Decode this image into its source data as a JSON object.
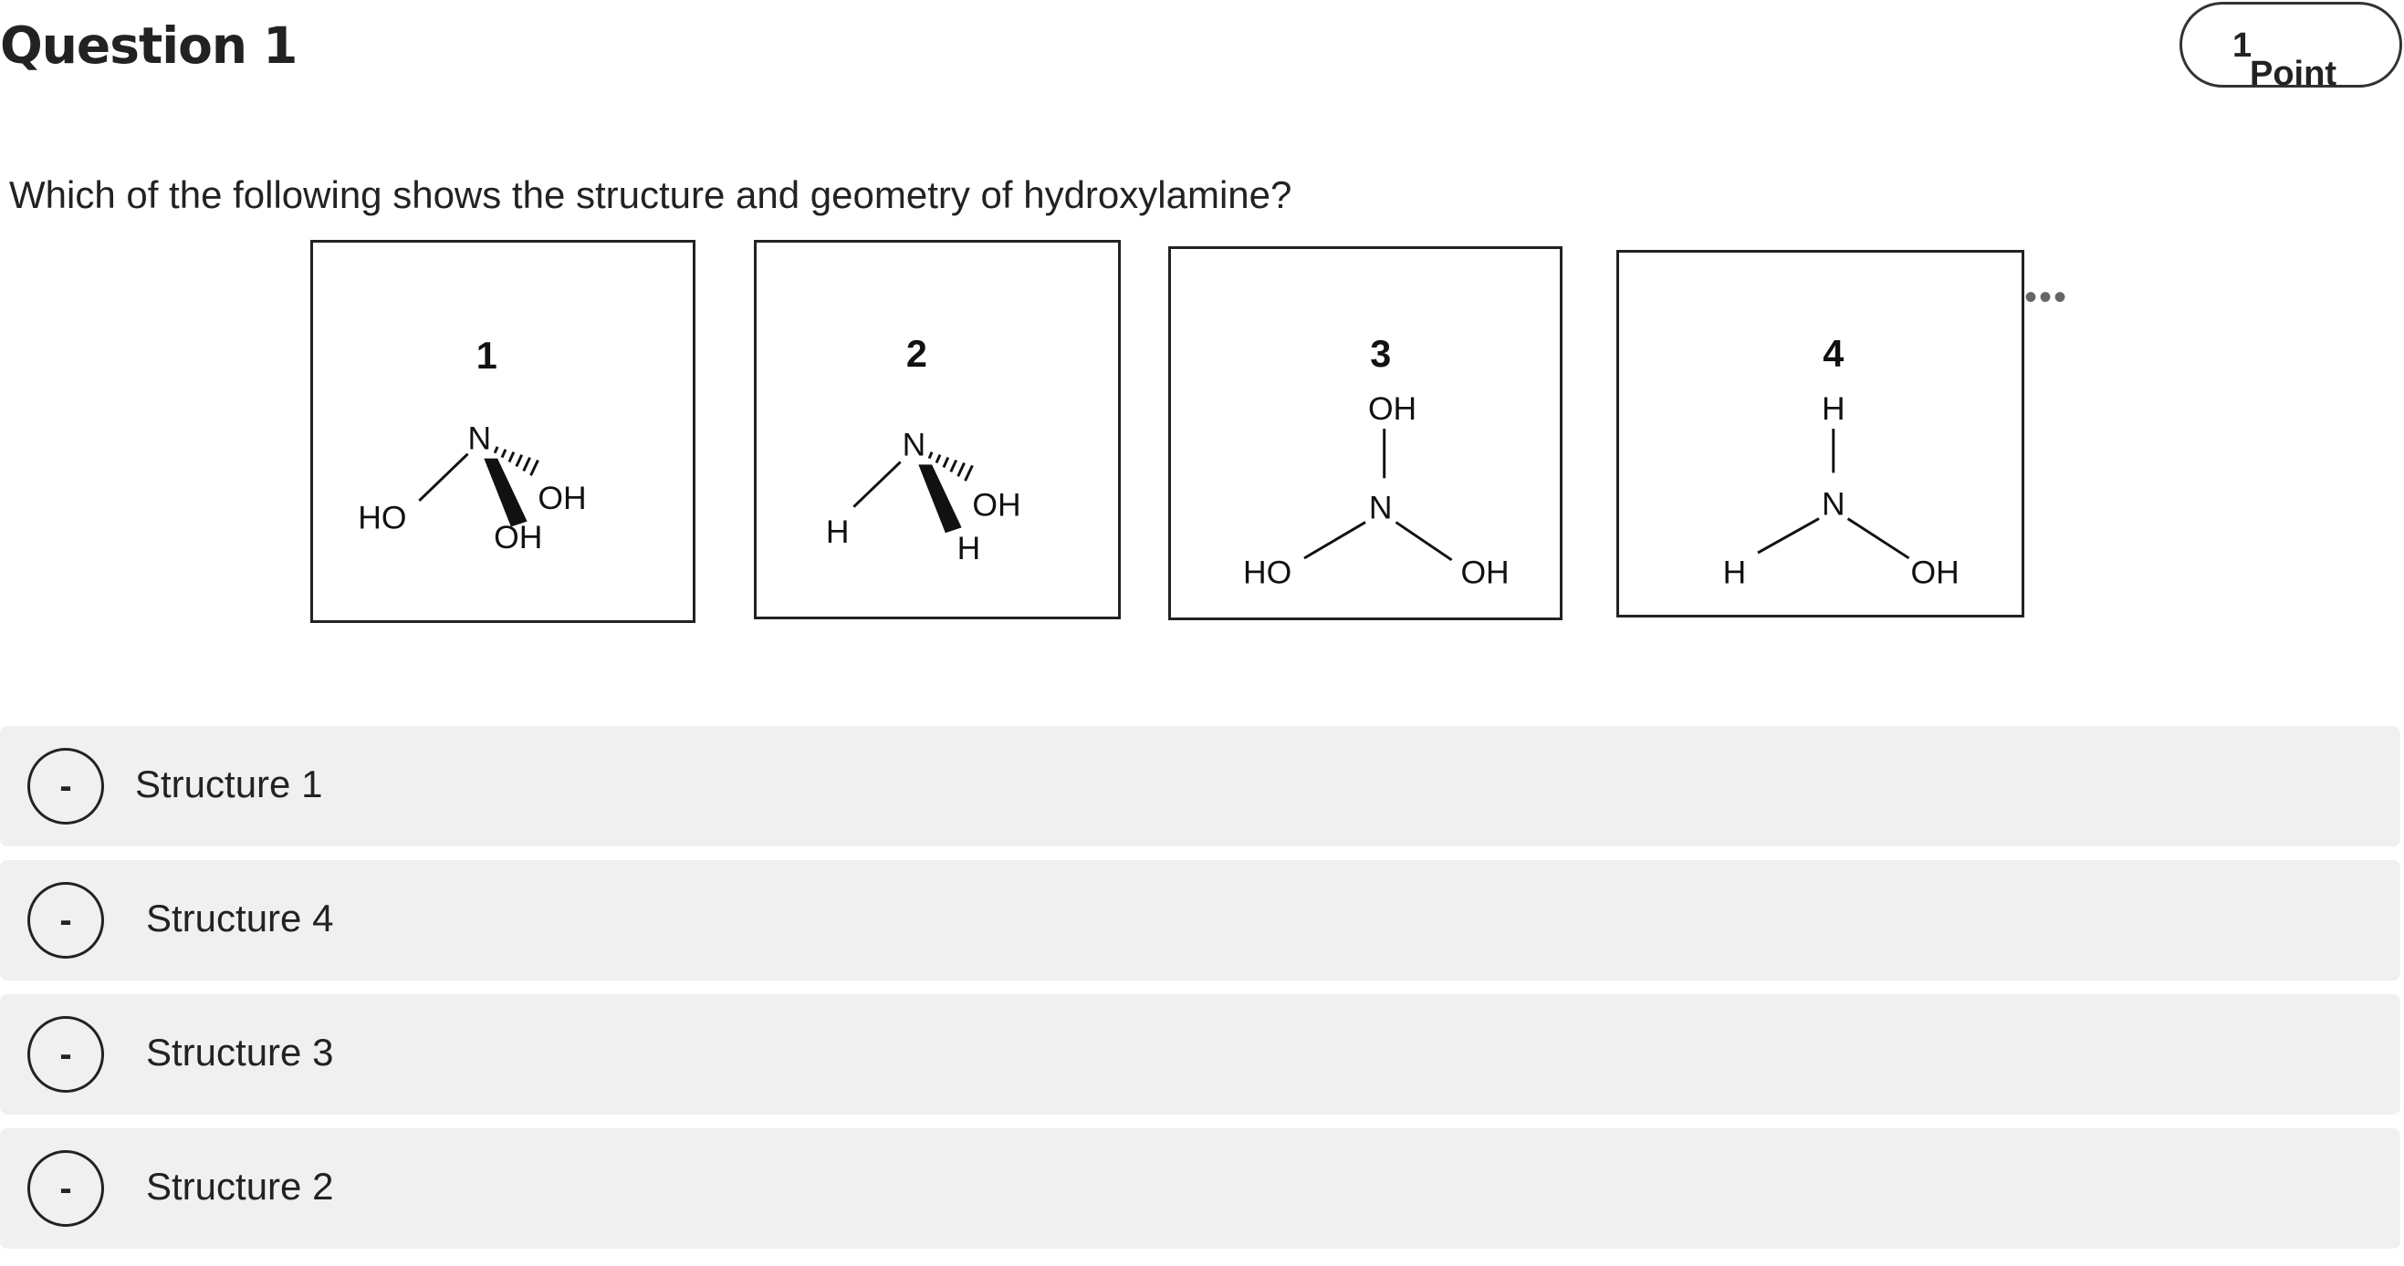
{
  "question": {
    "title": "Question 1",
    "points_value": "1",
    "points_label": "Point",
    "prompt": "Which of the following shows the structure and geometry of hydroxylamine?"
  },
  "structures": [
    {
      "number": "1",
      "atoms": {
        "n": "N",
        "left": "HO",
        "right": "OH",
        "below": "OH"
      }
    },
    {
      "number": "2",
      "atoms": {
        "n": "N",
        "left": "H",
        "right": "OH",
        "below": "H"
      }
    },
    {
      "number": "3",
      "atoms": {
        "n": "N",
        "top": "OH",
        "left": "HO",
        "right": "OH"
      }
    },
    {
      "number": "4",
      "atoms": {
        "n": "N",
        "top": "H",
        "left": "H",
        "right": "OH"
      }
    }
  ],
  "more_icon": "more-horizontal-icon",
  "options": [
    {
      "marker": "-",
      "label": "Structure 1"
    },
    {
      "marker": "-",
      "label": "Structure 4"
    },
    {
      "marker": "-",
      "label": "Structure 3"
    },
    {
      "marker": "-",
      "label": "Structure 2"
    }
  ]
}
